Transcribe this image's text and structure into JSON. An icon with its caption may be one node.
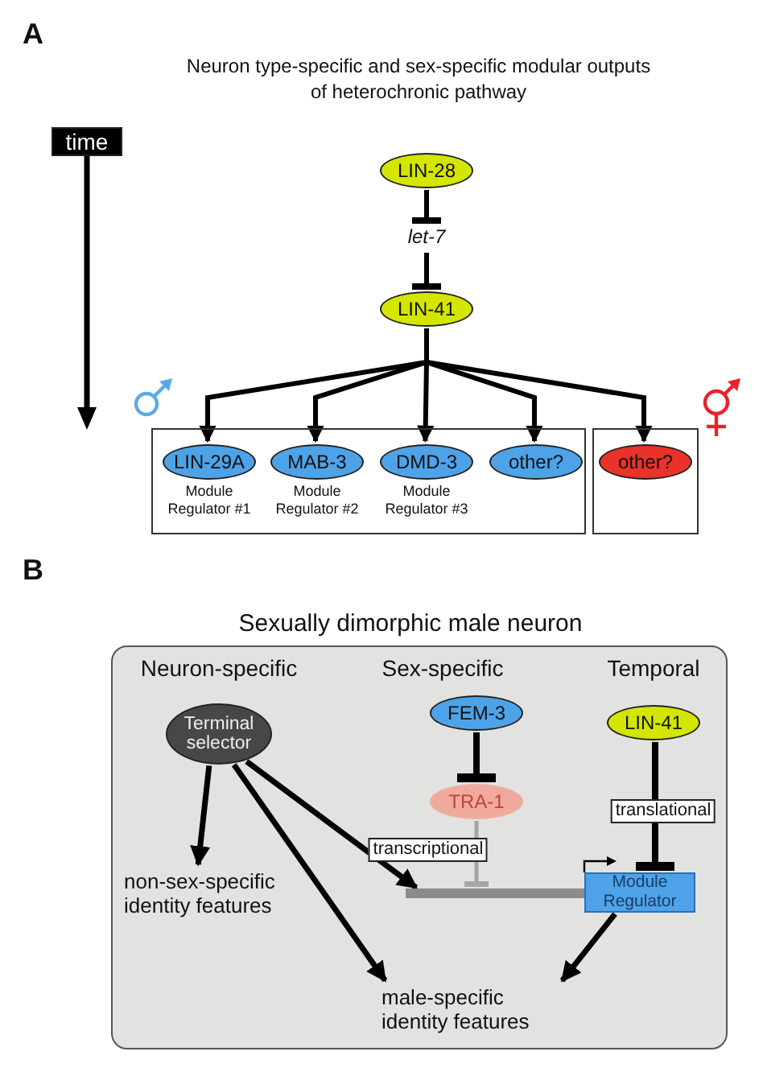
{
  "diagram": {
    "nodes": [
      {
        "text": [
          "time"
        ]
      },
      {
        "text": [
          "LIN-28"
        ]
      },
      {
        "text": [
          "let-7"
        ]
      },
      {
        "text": [
          "LIN-41"
        ]
      },
      {
        "text": [],
        "shape": "box"
      },
      {
        "text": [
          "LIN-29A"
        ],
        "in": 4,
        "beside": [
          "Module Regulator #1"
        ]
      },
      {
        "text": [
          "MAB-3"
        ],
        "in": 4,
        "beside": [
          "Module Regulator #2"
        ]
      },
      {
        "text": [
          "DMD-3"
        ],
        "in": 4,
        "beside": [
          "Module Regulator #3"
        ]
      },
      {
        "text": [
          "other?"
        ],
        "in": 4
      },
      {
        "text": [],
        "shape": "box"
      },
      {
        "text": [
          "other?"
        ],
        "in": 9
      },
      {
        "text": [],
        "shape": "box"
      },
      {
        "text": [
          "Terminal selector"
        ],
        "in": 11
      },
      {
        "text": [
          "FEM-3"
        ],
        "in": 11
      },
      {
        "text": [
          "TRA-1"
        ],
        "in": 11
      },
      {
        "text": [
          "LIN-41"
        ],
        "in": 11
      },
      {
        "text": [
          "non-sex-specific identity features"
        ],
        "in": 11
      },
      {
        "text": [
          "male-specific identity features"
        ],
        "in": 11
      },
      {
        "text": [
          "Module Regulator"
        ],
        "in": 11
      },
      {
        "text": [],
        "shape": "bar",
        "in": 11
      }
    ],
    "edges": [
      {
        "from": 1,
        "to": 2,
        "arrow": "other"
      },
      {
        "from": 2,
        "to": 3,
        "arrow": "other"
      },
      {
        "from": 3,
        "to": 5,
        "arrow": "to"
      },
      {
        "from": 3,
        "to": 6,
        "arrow": "to"
      },
      {
        "from": 3,
        "to": 7,
        "arrow": "to"
      },
      {
        "from": 3,
        "to": 8,
        "arrow": "to"
      },
      {
        "from": 3,
        "to": 10,
        "arrow": "to"
      },
      {
        "from": 12,
        "to": 16,
        "arrow": "to"
      },
      {
        "from": 12,
        "to": 17,
        "arrow": "to"
      },
      {
        "from": 12,
        "to": 19,
        "arrow": "to",
        "label": "transcriptional"
      },
      {
        "from": 13,
        "to": 14,
        "arrow": "other"
      },
      {
        "from": 14,
        "to": 19,
        "arrow": "other",
        "color": "#a6a6a6"
      },
      {
        "from": 15,
        "to": 18,
        "arrow": "other",
        "label": "translational"
      },
      {
        "from": 18,
        "to": 17,
        "arrow": "to"
      }
    ],
    "labels": [
      "A",
      "Neuron type-specific and sex-specific modular outputs of heterochronic pathway",
      "B",
      "Sexually dimorphic male neuron",
      "Neuron-specific",
      "Sex-specific",
      "Temporal"
    ]
  }
}
